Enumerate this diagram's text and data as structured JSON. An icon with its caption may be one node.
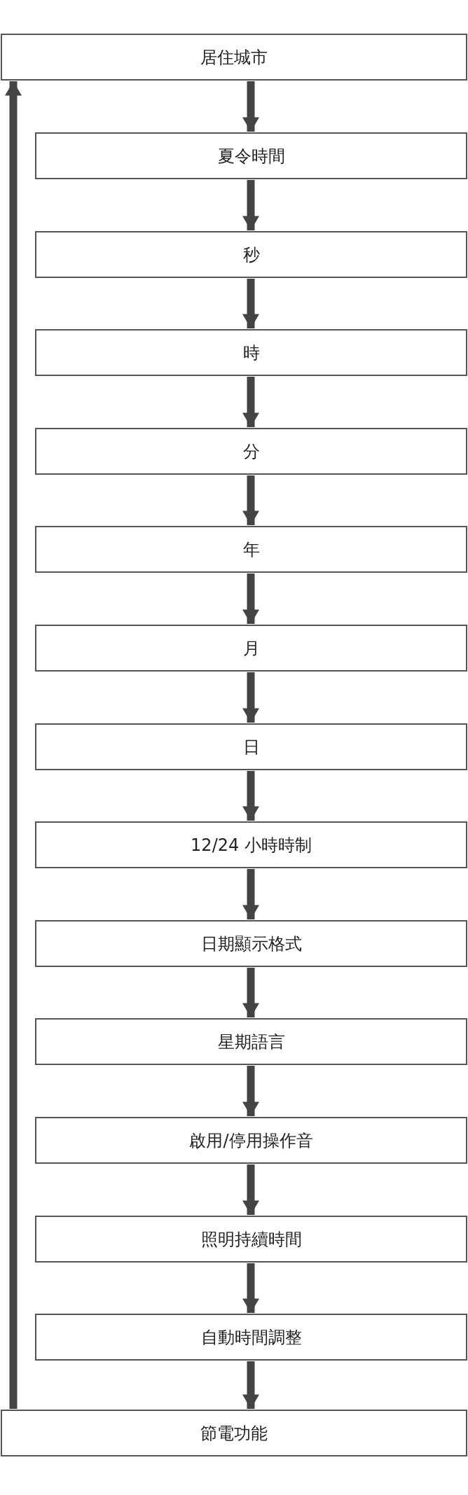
{
  "diagram": {
    "nodes": [
      {
        "text": [
          "居住城市"
        ]
      },
      {
        "text": [
          "夏令時間"
        ]
      },
      {
        "text": [
          "秒"
        ]
      },
      {
        "text": [
          "時"
        ]
      },
      {
        "text": [
          "分"
        ]
      },
      {
        "text": [
          "年"
        ]
      },
      {
        "text": [
          "月"
        ]
      },
      {
        "text": [
          "日"
        ]
      },
      {
        "text": [
          "12/24 小時時制"
        ]
      },
      {
        "text": [
          "日期顯示格式"
        ]
      },
      {
        "text": [
          "星期語言"
        ]
      },
      {
        "text": [
          "啟用/停用操作音"
        ]
      },
      {
        "text": [
          "照明持續時間"
        ]
      },
      {
        "text": [
          "自動時間調整"
        ]
      },
      {
        "text": [
          "節電功能"
        ]
      }
    ],
    "edges": [
      {
        "from": 0,
        "to": 1,
        "arrow": "to"
      },
      {
        "from": 1,
        "to": 2,
        "arrow": "to"
      },
      {
        "from": 2,
        "to": 3,
        "arrow": "to"
      },
      {
        "from": 3,
        "to": 4,
        "arrow": "to"
      },
      {
        "from": 4,
        "to": 5,
        "arrow": "to"
      },
      {
        "from": 5,
        "to": 6,
        "arrow": "to"
      },
      {
        "from": 6,
        "to": 7,
        "arrow": "to"
      },
      {
        "from": 7,
        "to": 8,
        "arrow": "to"
      },
      {
        "from": 8,
        "to": 9,
        "arrow": "to"
      },
      {
        "from": 9,
        "to": 10,
        "arrow": "to"
      },
      {
        "from": 10,
        "to": 11,
        "arrow": "to"
      },
      {
        "from": 11,
        "to": 12,
        "arrow": "to"
      },
      {
        "from": 12,
        "to": 13,
        "arrow": "to"
      },
      {
        "from": 13,
        "to": 14,
        "arrow": "to"
      },
      {
        "from": 14,
        "to": 0,
        "arrow": "to"
      }
    ]
  }
}
